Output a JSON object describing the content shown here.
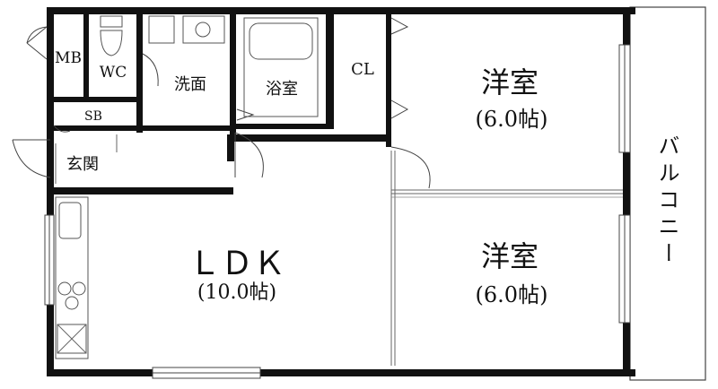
{
  "rooms": {
    "mb": "MB",
    "wc": "WC",
    "senmen": "洗面",
    "yokushitsu": "浴室",
    "cl": "CL",
    "sb": "SB",
    "genkan": "玄関",
    "youshitsu1": {
      "name": "洋室",
      "size": "(6.0帖)"
    },
    "ldk": {
      "name": "ＬＤＫ",
      "size": "(10.0帖)"
    },
    "youshitsu2": {
      "name": "洋室",
      "size": "(6.0帖)"
    },
    "balcony": "バルコニー"
  }
}
